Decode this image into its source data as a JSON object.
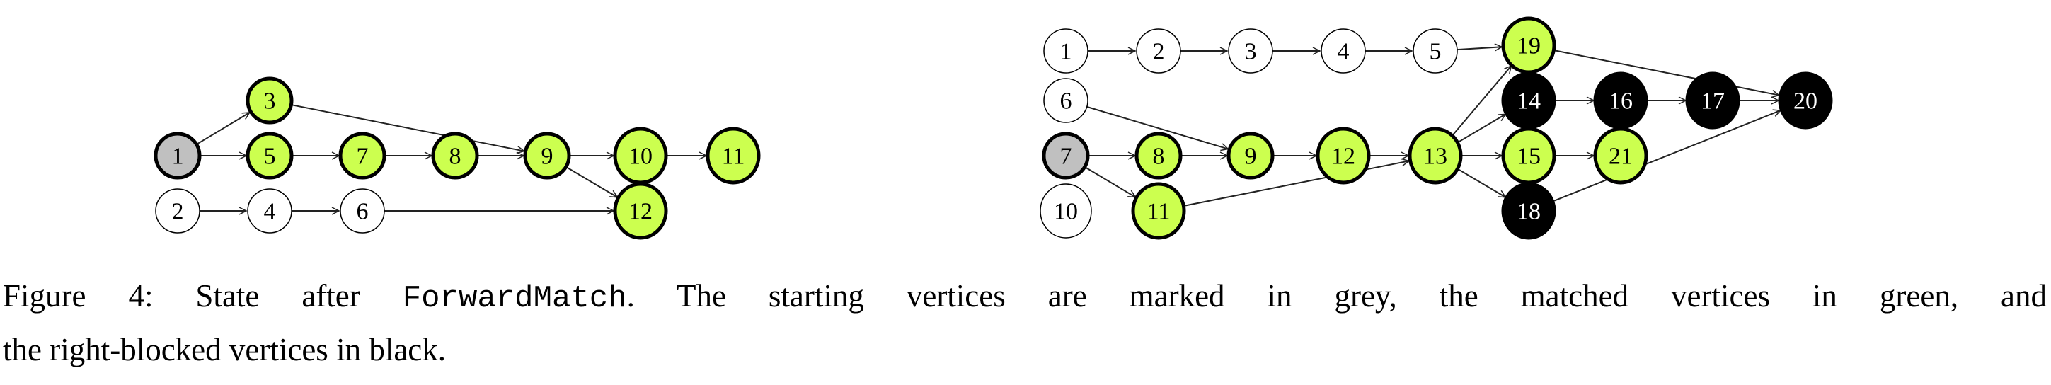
{
  "colors": {
    "matched": "#ccff4f",
    "start": "#c0c0c0",
    "blocked": "#000000",
    "plain": "#ffffff",
    "edge": "#222222"
  },
  "graphs": [
    {
      "name": "left-graph",
      "nodes": [
        {
          "id": "1",
          "state": "start"
        },
        {
          "id": "3",
          "state": "matched"
        },
        {
          "id": "5",
          "state": "matched"
        },
        {
          "id": "7",
          "state": "matched"
        },
        {
          "id": "8",
          "state": "matched"
        },
        {
          "id": "9",
          "state": "matched"
        },
        {
          "id": "10",
          "state": "matched"
        },
        {
          "id": "11",
          "state": "matched"
        },
        {
          "id": "12",
          "state": "matched"
        },
        {
          "id": "2",
          "state": "plain"
        },
        {
          "id": "4",
          "state": "plain"
        },
        {
          "id": "6",
          "state": "plain"
        }
      ],
      "edges": [
        [
          "1",
          "3"
        ],
        [
          "1",
          "5"
        ],
        [
          "5",
          "7"
        ],
        [
          "7",
          "8"
        ],
        [
          "8",
          "9"
        ],
        [
          "3",
          "9"
        ],
        [
          "9",
          "10"
        ],
        [
          "10",
          "11"
        ],
        [
          "9",
          "12"
        ],
        [
          "2",
          "4"
        ],
        [
          "4",
          "6"
        ],
        [
          "6",
          "12"
        ]
      ]
    },
    {
      "name": "right-graph",
      "nodes": [
        {
          "id": "1",
          "state": "plain"
        },
        {
          "id": "2",
          "state": "plain"
        },
        {
          "id": "3",
          "state": "plain"
        },
        {
          "id": "4",
          "state": "plain"
        },
        {
          "id": "5",
          "state": "plain"
        },
        {
          "id": "19",
          "state": "matched"
        },
        {
          "id": "6",
          "state": "plain"
        },
        {
          "id": "14",
          "state": "blocked"
        },
        {
          "id": "16",
          "state": "blocked"
        },
        {
          "id": "17",
          "state": "blocked"
        },
        {
          "id": "20",
          "state": "blocked"
        },
        {
          "id": "7",
          "state": "start"
        },
        {
          "id": "8",
          "state": "matched"
        },
        {
          "id": "9",
          "state": "matched"
        },
        {
          "id": "12",
          "state": "matched"
        },
        {
          "id": "13",
          "state": "matched"
        },
        {
          "id": "15",
          "state": "matched"
        },
        {
          "id": "21",
          "state": "matched"
        },
        {
          "id": "10",
          "state": "plain"
        },
        {
          "id": "11",
          "state": "matched"
        },
        {
          "id": "18",
          "state": "blocked"
        }
      ],
      "edges": [
        [
          "1",
          "2"
        ],
        [
          "2",
          "3"
        ],
        [
          "3",
          "4"
        ],
        [
          "4",
          "5"
        ],
        [
          "5",
          "19"
        ],
        [
          "19",
          "20"
        ],
        [
          "6",
          "9"
        ],
        [
          "7",
          "8"
        ],
        [
          "8",
          "9"
        ],
        [
          "9",
          "12"
        ],
        [
          "12",
          "13"
        ],
        [
          "7",
          "11"
        ],
        [
          "11",
          "13"
        ],
        [
          "13",
          "19"
        ],
        [
          "13",
          "14"
        ],
        [
          "13",
          "15"
        ],
        [
          "13",
          "18"
        ],
        [
          "14",
          "16"
        ],
        [
          "16",
          "17"
        ],
        [
          "17",
          "20"
        ],
        [
          "15",
          "21"
        ],
        [
          "18",
          "20"
        ]
      ]
    }
  ],
  "caption": {
    "prefix": "Figure 4: State after ",
    "code": "ForwardMatch",
    "line1_rest": ". The starting vertices are marked in grey, the matched vertices in green, and",
    "line2": "the right-blocked vertices in black."
  }
}
